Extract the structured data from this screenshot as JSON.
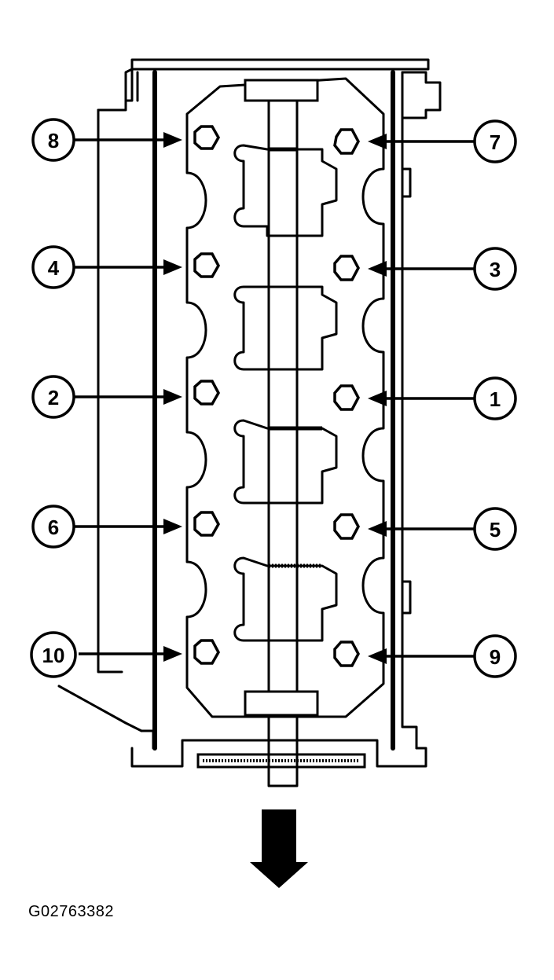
{
  "diagram": {
    "caption_code": "G02763382",
    "direction_indicator": "front-of-engine-arrow",
    "bolt_sequence": [
      {
        "label": "1",
        "side": "right",
        "row": 3
      },
      {
        "label": "2",
        "side": "left",
        "row": 3
      },
      {
        "label": "3",
        "side": "right",
        "row": 2
      },
      {
        "label": "4",
        "side": "left",
        "row": 2
      },
      {
        "label": "5",
        "side": "right",
        "row": 4
      },
      {
        "label": "6",
        "side": "left",
        "row": 4
      },
      {
        "label": "7",
        "side": "right",
        "row": 1
      },
      {
        "label": "8",
        "side": "left",
        "row": 1
      },
      {
        "label": "9",
        "side": "right",
        "row": 5
      },
      {
        "label": "10",
        "side": "left",
        "row": 5
      }
    ]
  }
}
